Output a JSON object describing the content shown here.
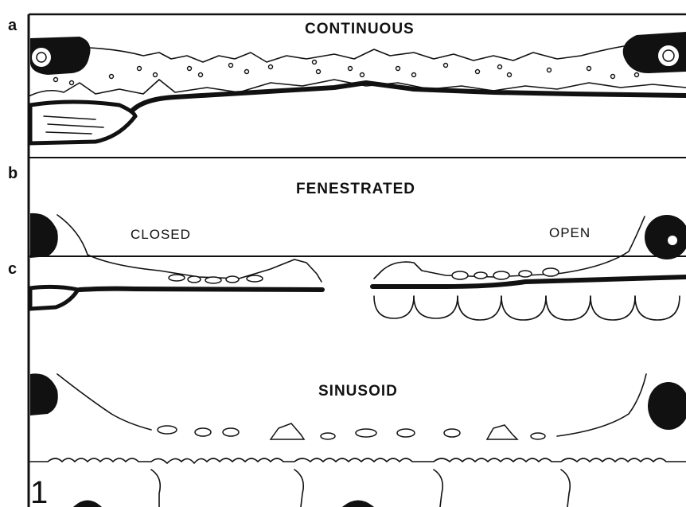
{
  "panels": [
    {
      "letter": "a",
      "title": "CONTINUOUS"
    },
    {
      "letter": "b",
      "title": "FENESTRATED",
      "sublabels": [
        "CLOSED",
        "OPEN"
      ]
    },
    {
      "letter": "c",
      "title": "SINUSOID"
    }
  ],
  "figure_number": "1"
}
